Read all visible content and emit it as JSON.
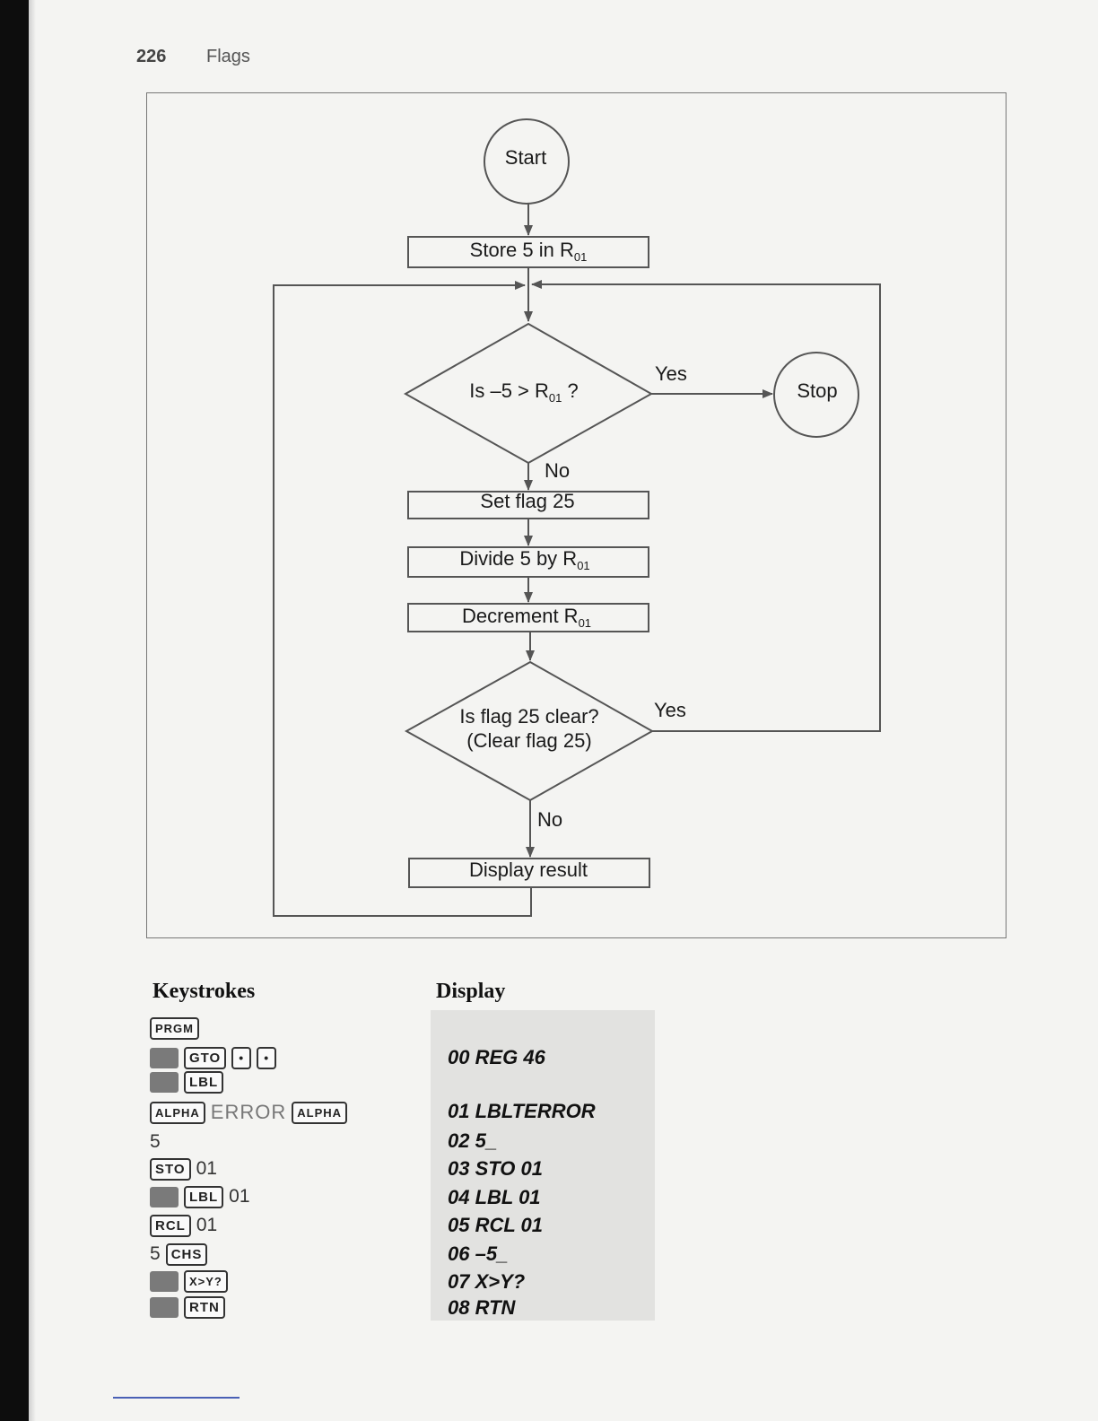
{
  "header": {
    "page_number": "226",
    "section": "Flags"
  },
  "flowchart": {
    "start": "Start",
    "store_text": "Store 5 in R",
    "store_sub": "01",
    "test1_text": "Is –5 > R",
    "test1_sub": "01",
    "test1_tail": " ?",
    "yes1": "Yes",
    "stop": "Stop",
    "no1": "No",
    "set_flag": "Set flag 25",
    "divide_text": "Divide 5 by R",
    "divide_sub": "01",
    "decrement_text": "Decrement R",
    "decrement_sub": "01",
    "test2_line1": "Is flag 25 clear?",
    "test2_line2": "(Clear flag 25)",
    "yes2": "Yes",
    "no2": "No",
    "display_result": "Display result"
  },
  "table": {
    "keystrokes_header": "Keystrokes",
    "display_header": "Display",
    "keys": {
      "prgm": "PRGM",
      "gto": "GTO",
      "dot": "•",
      "lbl": "LBL",
      "alpha": "ALPHA",
      "error": "ERROR",
      "five": "5",
      "sto": "STO",
      "reg01": "01",
      "rcl": "RCL",
      "chs": "CHS",
      "xgty": "X>Y?",
      "rtn": "RTN"
    },
    "display_lines": [
      "00 REG 46",
      "01 LBLTERROR",
      "02 5_",
      "03 STO 01",
      "04 LBL 01",
      "05 RCL 01",
      "06 –5_",
      "07 X>Y?",
      "08 RTN"
    ]
  }
}
